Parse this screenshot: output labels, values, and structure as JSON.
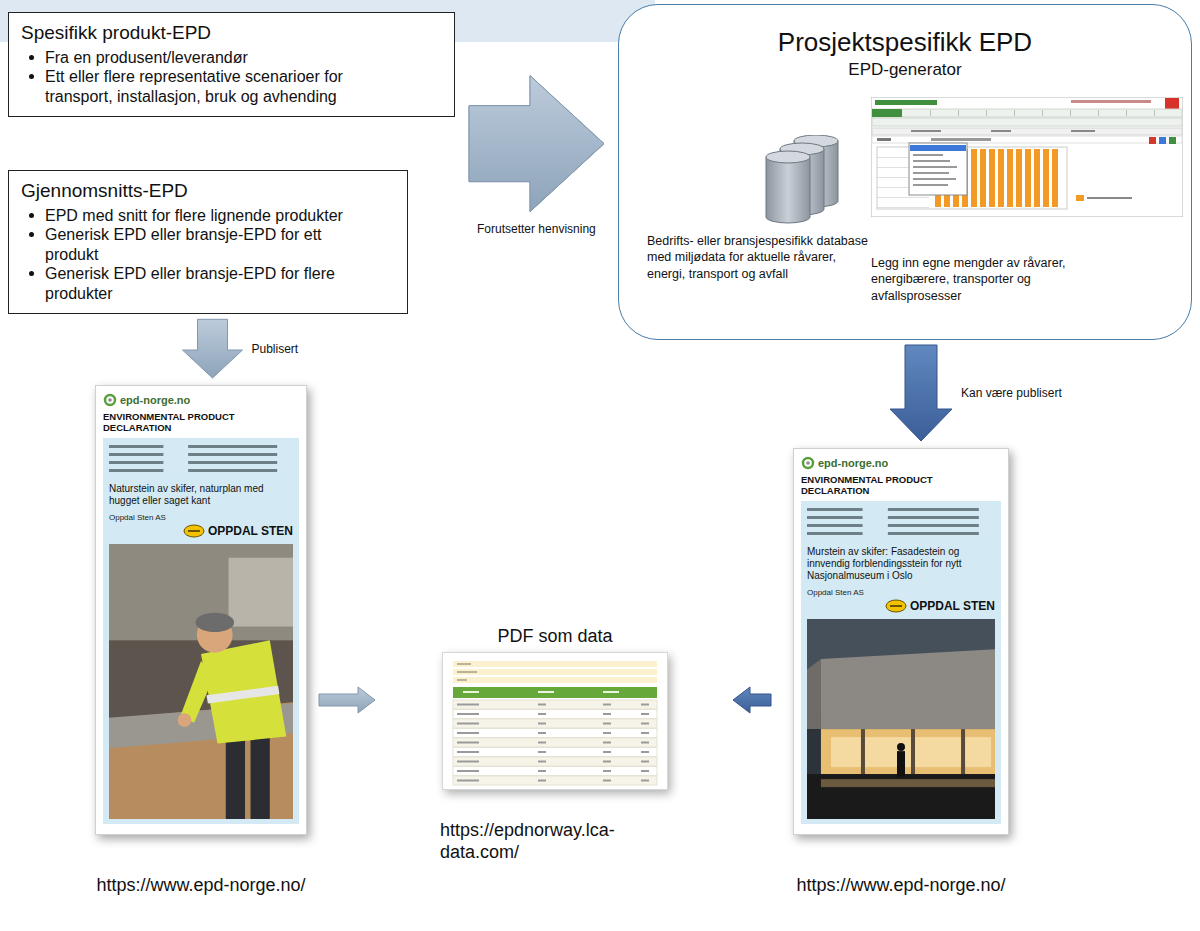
{
  "diagram": {
    "nodes": [
      {
        "text": [
          "Spesifikk produkt-EPD",
          "Fra en produsent/leverandør",
          "Ett eller flere representative scenarioer for transport, installasjon, bruk og avhending"
        ]
      },
      {
        "text": [
          "Gjennomsnitts-EPD",
          "EPD med snitt for flere lignende produkter",
          "Generisk EPD eller bransje-EPD for ett produkt",
          "Generisk EPD eller bransje-EPD for flere produkter"
        ]
      },
      {
        "text": [
          "Prosjektspesifikk EPD",
          "EPD-generator"
        ]
      },
      {
        "text": [
          "Bedrifts- eller bransjespesifikk database med miljødata for aktuelle råvarer, energi, transport og avfall"
        ],
        "in": 2
      },
      {
        "text": [
          "Legg inn egne mengder av råvarer, energibærere, transporter og avfallsprosesser"
        ],
        "in": 2
      },
      {
        "text": [
          "epd-norge.no",
          "ENVIRONMENTAL PRODUCT DECLARATION",
          "Naturstein av skifer, naturplan med hugget eller saget kant",
          "Oppdal Sten AS",
          "OPPDAL STEN",
          "https://www.epd-norge.no/"
        ]
      },
      {
        "text": [
          "PDF som data",
          "https://epdnorway.lca-data.com/"
        ]
      },
      {
        "text": [
          "epd-norge.no",
          "ENVIRONMENTAL PRODUCT DECLARATION",
          "Murstein av skifer: Fasadestein og innvendig forblendingsstein for nytt Nasjonalmuseum i Oslo",
          "Oppdal Sten AS",
          "OPPDAL STEN",
          "https://www.epd-norge.no/"
        ]
      }
    ],
    "edges": [
      {
        "from": 0,
        "to": 2,
        "arrow": "to"
      },
      {
        "from": 1,
        "to": 2,
        "arrow": "to",
        "label": "Forutsetter henvisning"
      },
      {
        "from": 1,
        "to": 5,
        "arrow": "to",
        "label": "Publisert"
      },
      {
        "from": 2,
        "to": 7,
        "arrow": "to",
        "label": "Kan være publisert"
      },
      {
        "from": 5,
        "to": 6,
        "arrow": "to"
      },
      {
        "from": 7,
        "to": 6,
        "arrow": "to"
      }
    ]
  }
}
